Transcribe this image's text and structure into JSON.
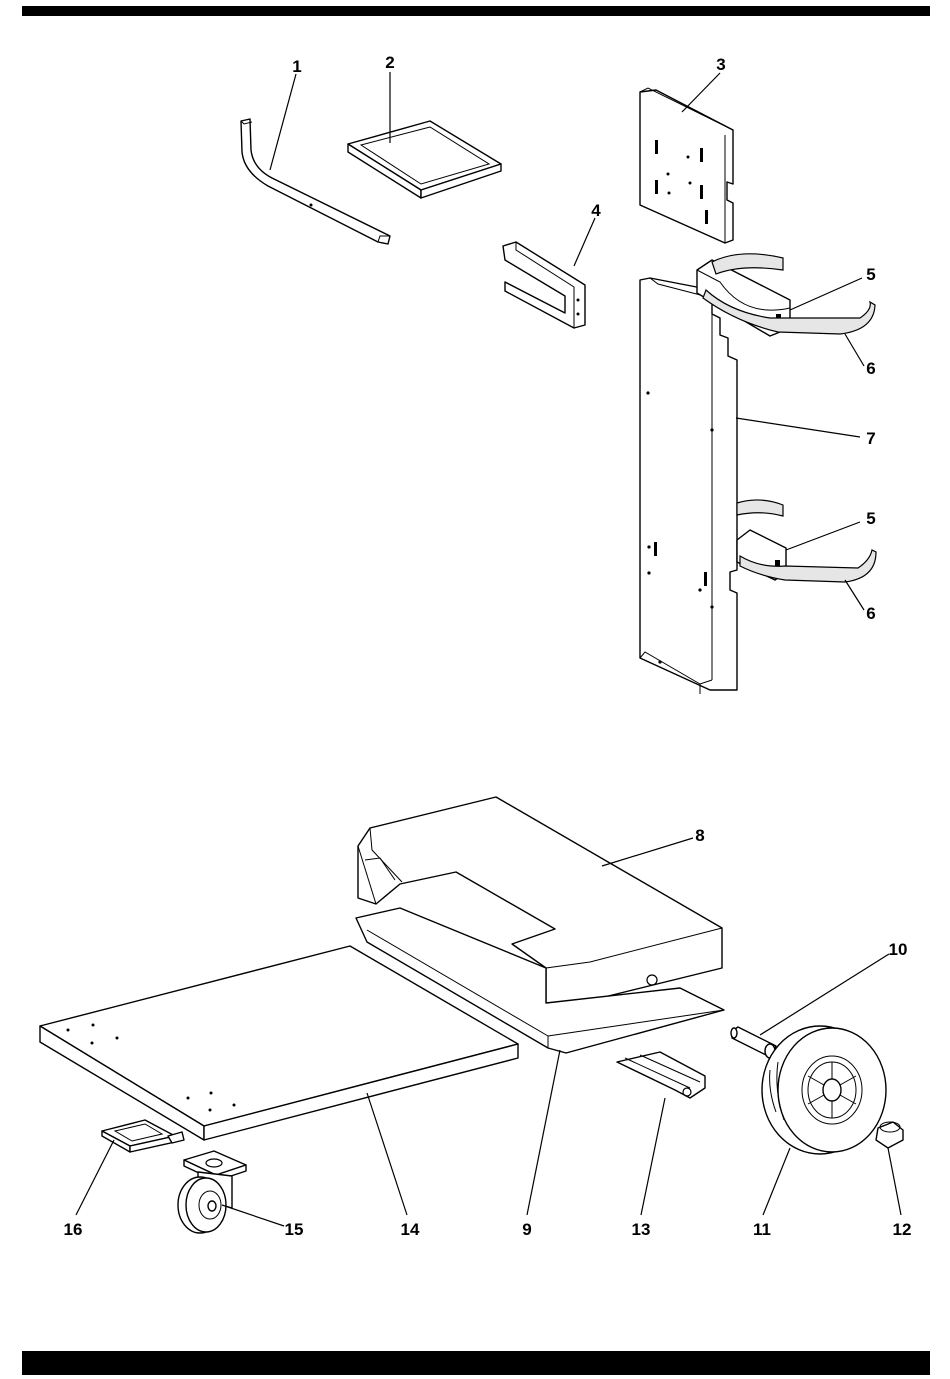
{
  "diagram": {
    "callouts": [
      {
        "id": "callout-1",
        "label": "1"
      },
      {
        "id": "callout-2",
        "label": "2"
      },
      {
        "id": "callout-3",
        "label": "3"
      },
      {
        "id": "callout-4",
        "label": "4"
      },
      {
        "id": "callout-5a",
        "label": "5"
      },
      {
        "id": "callout-6a",
        "label": "6"
      },
      {
        "id": "callout-7",
        "label": "7"
      },
      {
        "id": "callout-5b",
        "label": "5"
      },
      {
        "id": "callout-6b",
        "label": "6"
      },
      {
        "id": "callout-8",
        "label": "8"
      },
      {
        "id": "callout-10",
        "label": "10"
      },
      {
        "id": "callout-16",
        "label": "16"
      },
      {
        "id": "callout-15",
        "label": "15"
      },
      {
        "id": "callout-14",
        "label": "14"
      },
      {
        "id": "callout-9",
        "label": "9"
      },
      {
        "id": "callout-13",
        "label": "13"
      },
      {
        "id": "callout-11",
        "label": "11"
      },
      {
        "id": "callout-12",
        "label": "12"
      }
    ]
  },
  "colors": {
    "ink": "#000000",
    "paper": "#ffffff",
    "mesh": "#e6e6e6"
  }
}
